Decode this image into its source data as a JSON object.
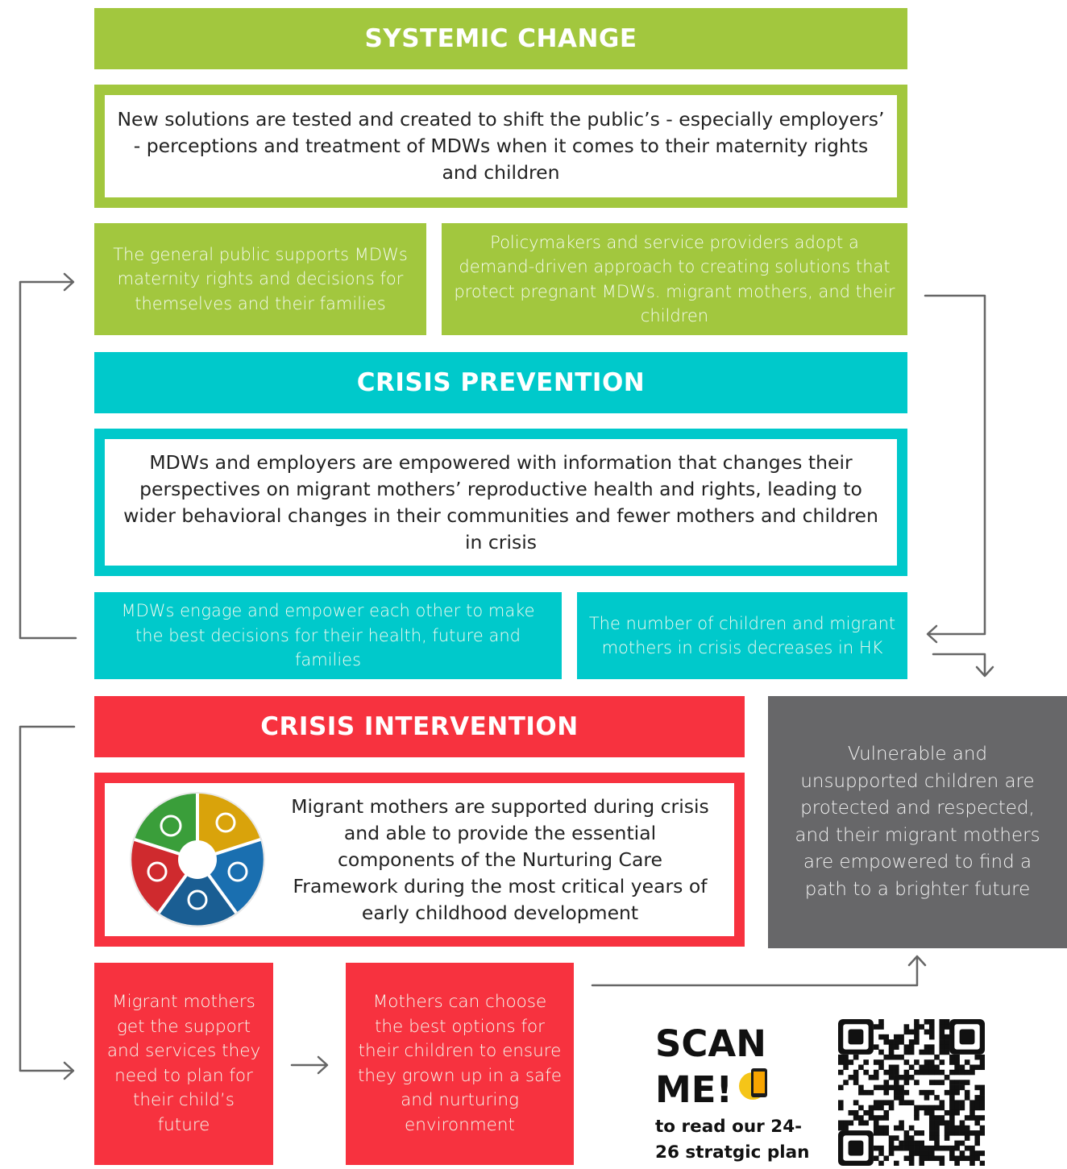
{
  "systemic": {
    "title": "SYSTEMIC CHANGE",
    "outcome": "New solutions are tested and created to shift the public’s - especially employers’ - perceptions and treatment of MDWs when it comes to their maternity rights and children",
    "sub_left": "The general public supports MDWs maternity rights and decisions for themselves and their families",
    "sub_right": "Policymakers and service providers adopt a demand-driven approach to creating solutions that protect pregnant MDWs. migrant mothers, and their children"
  },
  "prevention": {
    "title": "CRISIS PREVENTION",
    "outcome": "MDWs and employers are empowered with information that changes their perspectives on migrant mothers’ reproductive health and rights, leading to wider behavioral changes in their communities and fewer mothers and children in crisis",
    "sub_left": "MDWs engage and empower each other to make the best decisions for their health, future and families",
    "sub_right": "The number of children and migrant mothers in crisis decreases in HK"
  },
  "intervention": {
    "title": "CRISIS INTERVENTION",
    "outcome": "Migrant mothers are supported during crisis and able to provide the essential components of the Nurturing Care Framework during the most critical years of early childhood development",
    "sub_left": "Migrant mothers get the support and services they need to plan for their child’s future",
    "sub_right": "Mothers can choose the best options for their children to ensure they grown up in a safe and nurturing environment"
  },
  "impact": {
    "text": "Vulnerable and unsupported children are protected and respected, and their migrant mothers are empowered to find a path to a brighter future"
  },
  "scan": {
    "line1": "SCAN",
    "line2": "ME!",
    "caption": "to read our 24-26 stratgic plan"
  },
  "colors": {
    "green": "#a2c73e",
    "teal": "#00c9cb",
    "red": "#f7323f",
    "grey": "#676769",
    "arrow": "#666666"
  },
  "icons": [
    "nurturing-care-framework-icon",
    "phone-icon",
    "qr-code"
  ]
}
